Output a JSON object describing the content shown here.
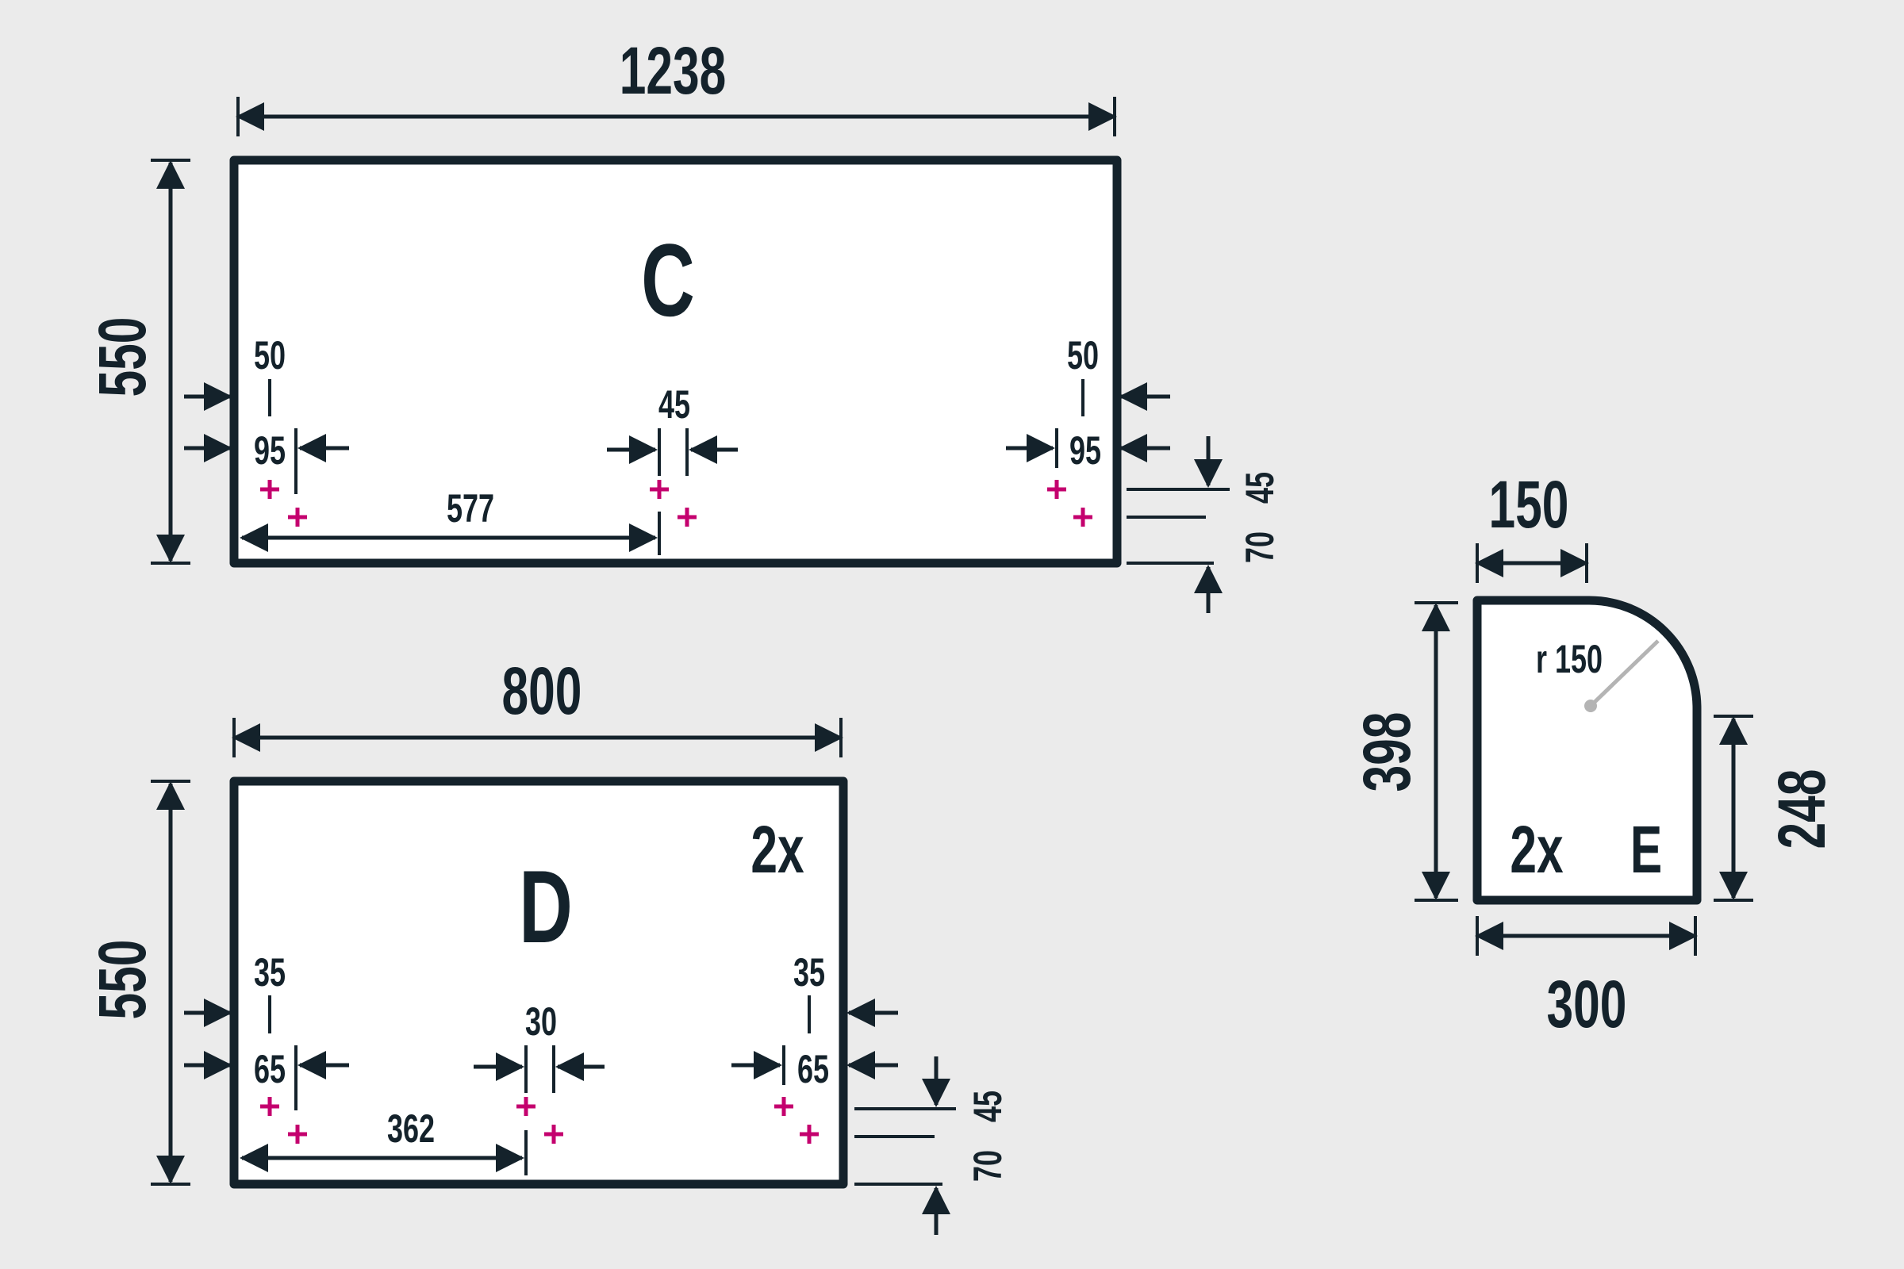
{
  "colors": {
    "background": "#ebebeb",
    "ink": "#14222b",
    "panel": "#ffffff",
    "marker": "#c4006e",
    "radius_line": "#b4b4b4"
  },
  "panel_c": {
    "letter": "C",
    "width": "1238",
    "height": "550",
    "edge_left": "50",
    "edge_left_2": "95",
    "center_gap": "45",
    "center_offset": "577",
    "edge_right": "50",
    "edge_right_2": "95",
    "row_1": "45",
    "row_2": "70"
  },
  "panel_d": {
    "letter": "D",
    "quantity": "2x",
    "width": "800",
    "height": "550",
    "edge_left": "35",
    "edge_left_2": "65",
    "center_gap": "30",
    "center_offset": "362",
    "edge_right": "35",
    "edge_right_2": "65",
    "row_1": "45",
    "row_2": "70"
  },
  "panel_e": {
    "letter": "E",
    "quantity": "2x",
    "top_width": "150",
    "radius": "r 150",
    "height": "398",
    "side_height": "248",
    "bottom_width": "300"
  }
}
